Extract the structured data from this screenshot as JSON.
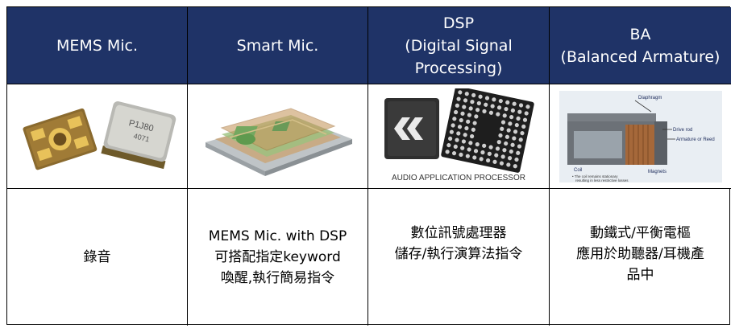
{
  "headers": [
    {
      "lines": [
        "MEMS Mic."
      ]
    },
    {
      "lines": [
        "Smart Mic."
      ]
    },
    {
      "lines": [
        "DSP",
        "(Digital Signal",
        "Processing)"
      ]
    },
    {
      "lines": [
        "BA",
        "(Balanced Armature)"
      ]
    }
  ],
  "images": {
    "mems": {
      "chip_marking_1": "P1J80",
      "chip_marking_2": "4071"
    },
    "dsp": {
      "caption": "AUDIO APPLICATION PROCESSOR"
    },
    "ba": {
      "label_diaphragm": "Diaphragm",
      "label_drive_rod": "Drive rod",
      "label_armature": "Armature or Reed",
      "label_coil": "Coil",
      "label_magnets": "Magnets",
      "note_1": "• The coil remains stationary",
      "note_2": "resulting in less restrictive losses"
    }
  },
  "descriptions": [
    {
      "lines": [
        "錄音"
      ]
    },
    {
      "lines": [
        "MEMS Mic. with DSP",
        "可搭配指定keyword",
        "喚醒,執行簡易指令"
      ]
    },
    {
      "lines": [
        "數位訊號處理器",
        "儲存/執行演算法指令"
      ]
    },
    {
      "lines": [
        "動鐵式/平衡電樞",
        "應用於助聽器/耳機產",
        "品中"
      ]
    }
  ],
  "colors": {
    "header_bg": "#1f3367",
    "header_text": "#ffffff"
  }
}
